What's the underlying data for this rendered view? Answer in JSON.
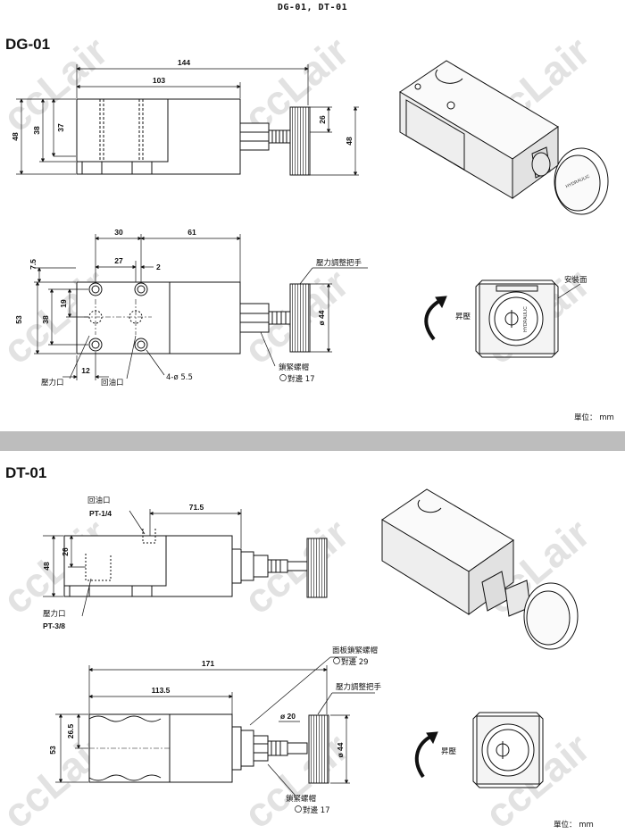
{
  "header": "DG-01, DT-01",
  "sections": {
    "dg_title": "DG-01",
    "dt_title": "DT-01"
  },
  "dg_top": {
    "dim_144": "144",
    "dim_103": "103",
    "dim_48_left": "48",
    "dim_38": "38",
    "dim_37": "37",
    "dim_26": "26",
    "dim_48_right": "48"
  },
  "dg_bottom": {
    "dim_30": "30",
    "dim_61": "61",
    "dim_7_5": "7.5",
    "dim_27": "27",
    "dim_2": "2",
    "dim_53": "53",
    "dim_38": "38",
    "dim_19": "19",
    "dim_12": "12",
    "dim_phi44": "ø 44",
    "hole": "4-ø 5.5",
    "pressure_port": "壓力口",
    "return_port": "回油口",
    "knob_label": "壓力調整把手",
    "lock_nut": "鎖緊螺帽",
    "lock_nut_across": "對邊 17"
  },
  "dg_side": {
    "mount_face": "安裝面",
    "rise": "昇壓",
    "unit": "單位： mm"
  },
  "dt_top": {
    "return_port": "回油口",
    "return_thread": "PT-1/4",
    "dim_71_5": "71.5",
    "dim_48": "48",
    "dim_26": "26",
    "pressure_port": "壓力口",
    "pressure_thread": "PT-3/8"
  },
  "dt_bottom": {
    "panel_nut": "面板鎖緊螺帽",
    "panel_nut_across": "對邊 29",
    "dim_171": "171",
    "knob_label": "壓力調整把手",
    "dim_113_5": "113.5",
    "dim_phi20": "ø 20",
    "dim_26_5": "26.5",
    "dim_53": "53",
    "dim_phi44": "ø 44",
    "lock_nut": "鎖緊螺帽",
    "lock_nut_across": "對邊 17"
  },
  "dt_side": {
    "rise": "昇壓",
    "unit": "單位： mm"
  },
  "watermark": "ccLair"
}
